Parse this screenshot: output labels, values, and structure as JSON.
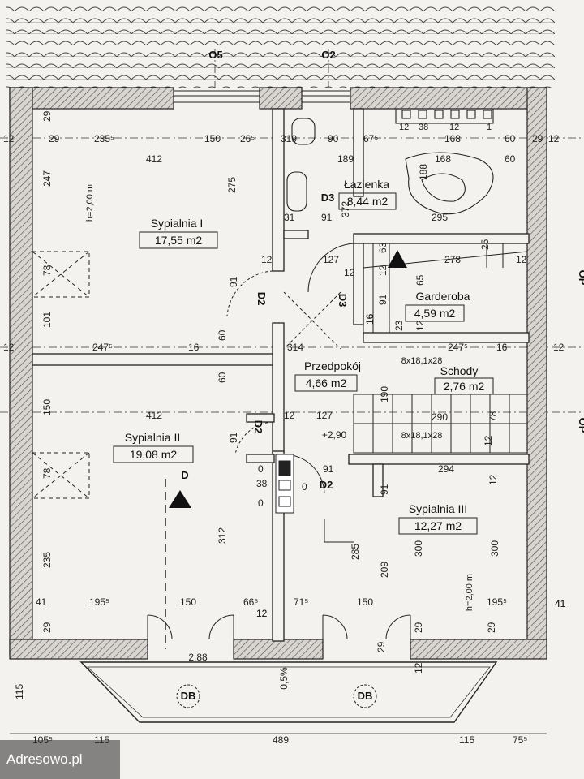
{
  "axes": {
    "o5": "O5",
    "o2": "O2",
    "op": "OP"
  },
  "rooms": {
    "sypialnia1": {
      "name": "Sypialnia I",
      "area": "17,55 m2",
      "height": "h=2,00 m"
    },
    "lazienka": {
      "name": "Łazienka",
      "area": "8,44 m2"
    },
    "garderoba": {
      "name": "Garderoba",
      "area": "4,59 m2"
    },
    "przedpokoj": {
      "name": "Przedpokój",
      "area": "4,66 m2"
    },
    "schody": {
      "name": "Schody",
      "area": "2,76 m2",
      "stair_top": "8x18,1x28",
      "stair_bottom": "8x18,1x28"
    },
    "sypialnia2": {
      "name": "Sypialnia II",
      "area": "19,08 m2"
    },
    "sypialnia3": {
      "name": "Sypialnia III",
      "area": "12,27 m2",
      "height": "h=2,00 m"
    }
  },
  "doors": {
    "d3": "D3",
    "d2": "D2",
    "db": "DB",
    "d": "D"
  },
  "levels": {
    "l290": "+2,90",
    "l288": "2,88",
    "slope": "0,5%"
  },
  "dims": {
    "top_row": [
      "29",
      "235⁵",
      "150",
      "26⁵",
      "319",
      "90",
      "67⁵",
      "168",
      "60",
      "29"
    ],
    "row2": [
      "412",
      "189",
      "168",
      "60"
    ],
    "left": [
      "29",
      "247",
      "78",
      "101",
      "150",
      "78",
      "235",
      "29"
    ],
    "mid": [
      "275",
      "12",
      "91",
      "60",
      "60",
      "91",
      "312",
      "12"
    ],
    "mid2": [
      "31",
      "91",
      "372",
      "127",
      "12",
      "63",
      "12",
      "91",
      "16",
      "23",
      "12",
      "65"
    ],
    "row3": [
      "247⁵",
      "16",
      "314",
      "247⁵",
      "16"
    ],
    "row4": [
      "412",
      "12",
      "127",
      "190",
      "290",
      "78"
    ],
    "bath": [
      "295",
      "188",
      "278",
      "25",
      "12"
    ],
    "right": [
      "12",
      "12",
      "12",
      "12",
      "41"
    ],
    "bottom_row": [
      "41",
      "195⁵",
      "150",
      "66⁵",
      "12",
      "71⁵",
      "150",
      "195⁵",
      "41"
    ],
    "lower": [
      "0",
      "38",
      "0",
      "0",
      "91",
      "294",
      "285",
      "209",
      "300",
      "300",
      "29",
      "29",
      "29",
      "16",
      "91",
      "12",
      "12",
      "12"
    ],
    "foot": [
      "115",
      "105⁵",
      "115",
      "489",
      "115",
      "75⁵"
    ],
    "bath_small": [
      "12",
      "38",
      "12",
      "1"
    ]
  },
  "watermark": "Adresowo.pl"
}
